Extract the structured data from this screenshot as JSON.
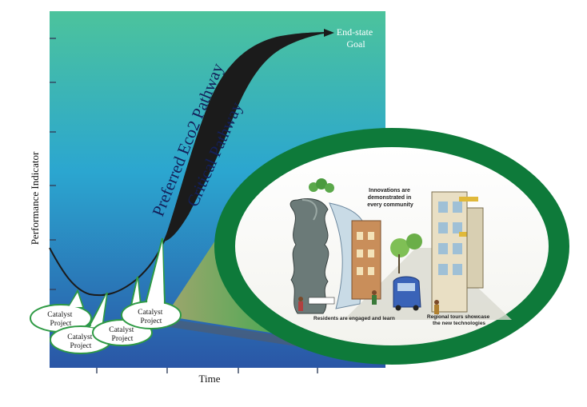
{
  "diagram": {
    "y_axis_label": "Performance Indicator",
    "x_axis_label": "Time",
    "end_state_label_line1": "End-state",
    "end_state_label_line2": "Goal",
    "preferred_pathway_label": "Preferred Eco2 Pathway",
    "critical_pathway_label": "Critical Pathway",
    "catalyst_bubbles": [
      {
        "line1": "Catalyst",
        "line2": "Project"
      },
      {
        "line1": "Catalyst",
        "line2": "Project"
      },
      {
        "line1": "Catalyst",
        "line2": "Project"
      },
      {
        "line1": "Catalyst",
        "line2": "Project"
      }
    ],
    "sketch_captions": {
      "innovations": [
        "Innovations are",
        "demonstrated in",
        "every community"
      ],
      "residents": "Residents are engaged and learn",
      "regional_tours": [
        "Regional tours showcase",
        "the new technologies"
      ]
    },
    "colors": {
      "gradient_top": "#4cc39c",
      "gradient_mid": "#2ba6d0",
      "gradient_bottom": "#2a56a6",
      "pathway_fill": "#1b1b1b",
      "ring_green": "#0e7a3a",
      "bubble_border": "#2e9a44"
    }
  }
}
